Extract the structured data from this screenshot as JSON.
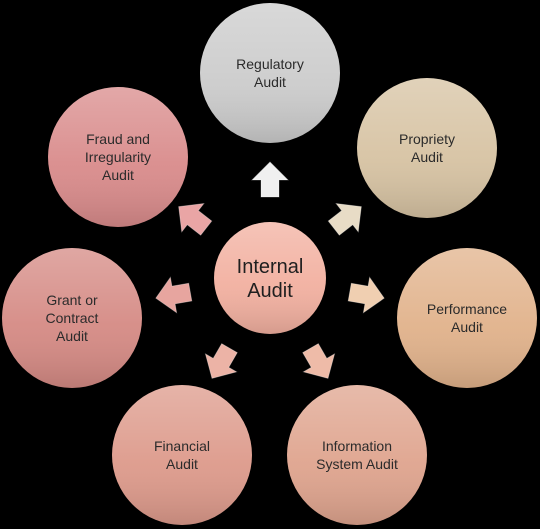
{
  "center": {
    "lines": [
      "Internal",
      "Audit"
    ],
    "color": "#f2b0a0"
  },
  "nodes": [
    {
      "id": "regulatory-audit",
      "lines": [
        "Regulatory",
        "Audit"
      ],
      "color": "#cccccc",
      "arrow_color": "#f0f0f0"
    },
    {
      "id": "propriety-audit",
      "lines": [
        "Propriety",
        "Audit"
      ],
      "color": "#d7c3a3",
      "arrow_color": "#e8dcc6"
    },
    {
      "id": "performance-audit",
      "lines": [
        "Performance",
        "Audit"
      ],
      "color": "#e1b28b",
      "arrow_color": "#f0cfb1"
    },
    {
      "id": "information-system-audit",
      "lines": [
        "Information",
        "System Audit"
      ],
      "color": "#dfa48e",
      "arrow_color": "#eebba8"
    },
    {
      "id": "financial-audit",
      "lines": [
        "Financial",
        "Audit"
      ],
      "color": "#dd9a8b",
      "arrow_color": "#ecb3a6"
    },
    {
      "id": "grant-or-contract-audit",
      "lines": [
        "Grant or",
        "Contract",
        "Audit"
      ],
      "color": "#d58a84",
      "arrow_color": "#e7a59f"
    },
    {
      "id": "fraud-and-irregularity-audit",
      "lines": [
        "Fraud and",
        "Irregularity",
        "Audit"
      ],
      "color": "#d98b8b",
      "arrow_color": "#e9a5a5"
    }
  ]
}
